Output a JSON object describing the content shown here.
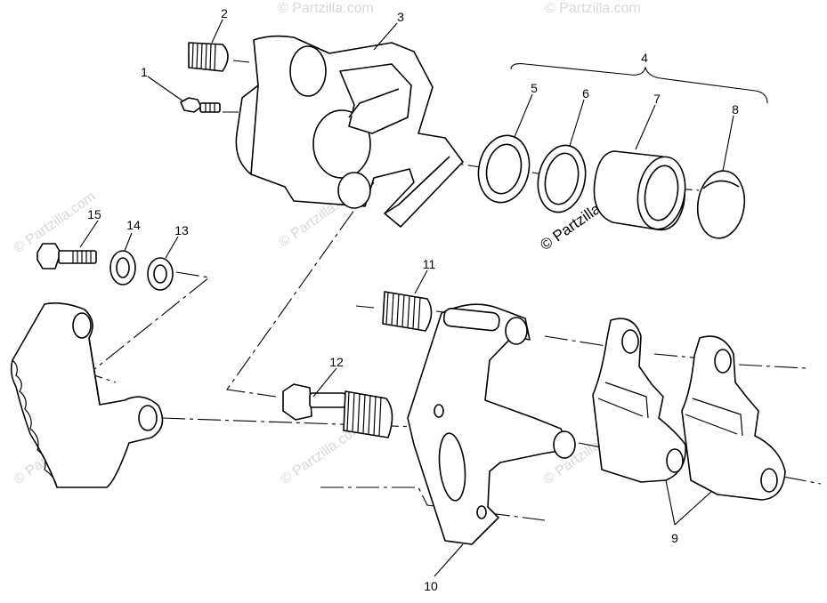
{
  "watermark": {
    "main_text": "© Partzilla.com",
    "faint_text": "© Partzilla.com"
  },
  "callouts": {
    "c1": "1",
    "c2": "2",
    "c3": "3",
    "c4": "4",
    "c5": "5",
    "c6": "6",
    "c7": "7",
    "c8": "8",
    "c9": "9",
    "c10": "10",
    "c11": "11",
    "c12": "12",
    "c13": "13",
    "c14": "14",
    "c15": "15"
  }
}
